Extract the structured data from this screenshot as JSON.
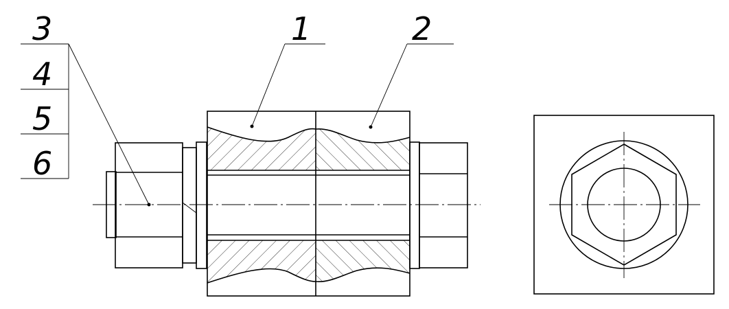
{
  "labels": {
    "part_1": "1",
    "part_2": "2",
    "part_3": "3",
    "part_4": "4",
    "part_5": "5",
    "part_6": "6"
  }
}
